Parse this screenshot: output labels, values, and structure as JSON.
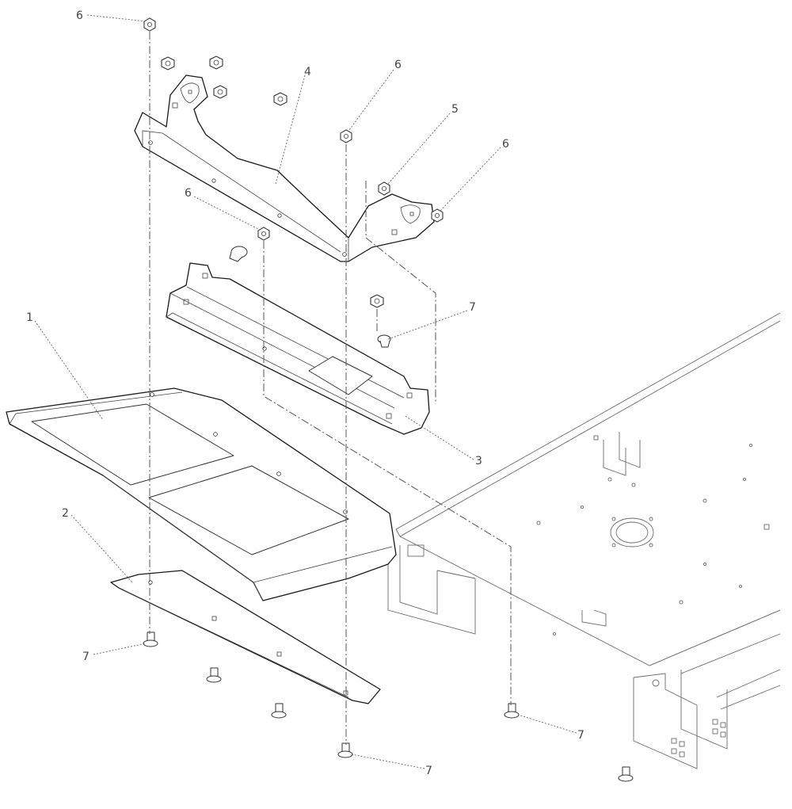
{
  "diagram": {
    "callouts": [
      {
        "id": "c1",
        "label": "1"
      },
      {
        "id": "c2",
        "label": "2"
      },
      {
        "id": "c3",
        "label": "3"
      },
      {
        "id": "c4",
        "label": "4"
      },
      {
        "id": "c5",
        "label": "5"
      },
      {
        "id": "c6a",
        "label": "6"
      },
      {
        "id": "c6b",
        "label": "6"
      },
      {
        "id": "c6c",
        "label": "6"
      },
      {
        "id": "c6d",
        "label": "6"
      },
      {
        "id": "c7a",
        "label": "7"
      },
      {
        "id": "c7b",
        "label": "7"
      },
      {
        "id": "c7c",
        "label": "7"
      },
      {
        "id": "c7d",
        "label": "7"
      }
    ],
    "colors": {
      "line": "#1a1a1a",
      "frame": "#6b6b6b",
      "leader": "#666666",
      "background": "#ffffff"
    }
  }
}
